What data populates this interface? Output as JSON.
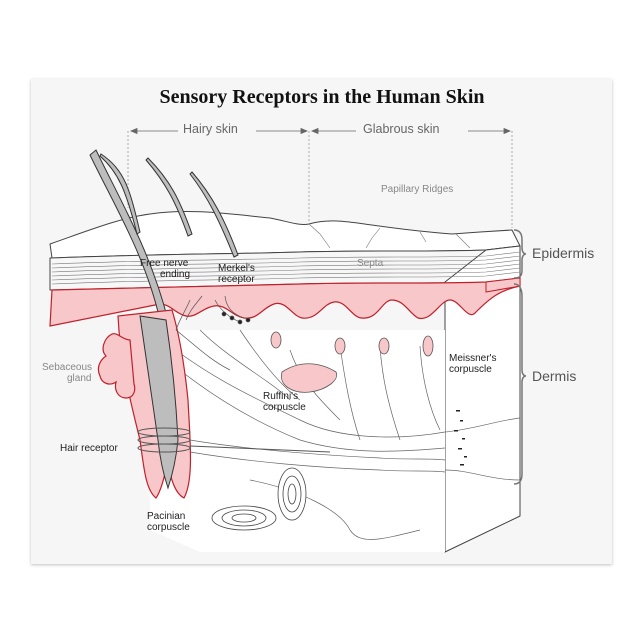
{
  "title": "Sensory Receptors in the Human Skin",
  "sections": {
    "hairy_skin": "Hairy skin",
    "glabrous_skin": "Glabrous skin"
  },
  "labels": {
    "papillary_ridges": "Papillary Ridges",
    "free_nerve_ending_line1": "Free nerve",
    "free_nerve_ending_line2": "ending",
    "merkels_line1": "Merkel's",
    "merkels_line2": "receptor",
    "septa": "Septa",
    "sebaceous_line1": "Sebaceous",
    "sebaceous_line2": "gland",
    "meissners_line1": "Meissner's",
    "meissners_line2": "corpuscle",
    "ruffinis_line1": "Ruffini's",
    "ruffinis_line2": "corpuscle",
    "hair_receptor": "Hair receptor",
    "pacinian_line1": "Pacinian",
    "pacinian_line2": "corpuscle"
  },
  "layers": {
    "epidermis": "Epidermis",
    "dermis": "Dermis"
  },
  "colors": {
    "epidermis_pink": "#f7c7c9",
    "outline_red": "#c0202a",
    "hair_gray": "#bdbdbd",
    "line_gray": "#8a8a8a"
  }
}
